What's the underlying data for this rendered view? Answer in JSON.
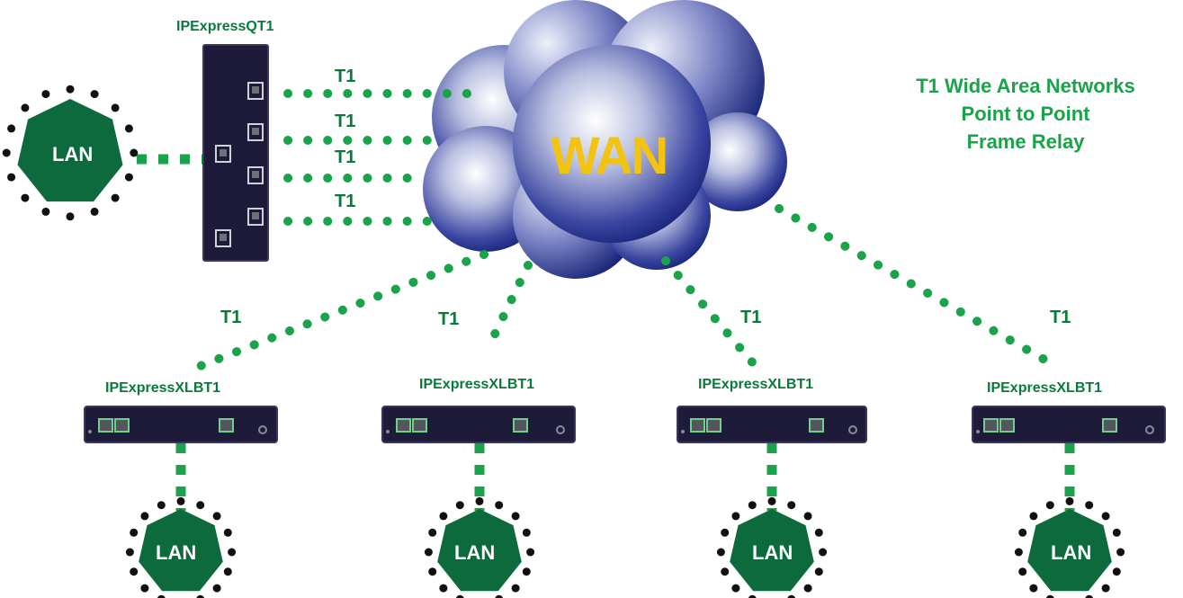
{
  "title": {
    "line1": "T1 Wide Area Networks",
    "line2": "Point to Point",
    "line3": "Frame Relay"
  },
  "wan": {
    "label": "WAN"
  },
  "hub": {
    "name": "IPExpressQT1"
  },
  "links": {
    "t1_label": "T1"
  },
  "lan": {
    "label": "LAN"
  },
  "remote_device": {
    "name": "IPExpressXLBT1"
  },
  "colors": {
    "link_green": "#1aa34a",
    "label_green": "#0a7a3c",
    "lan_fill": "#0d6a3c",
    "device_body": "#1e1b3a",
    "wan_text": "#f2c40f",
    "cloud_dark": "#0e1a6e"
  }
}
